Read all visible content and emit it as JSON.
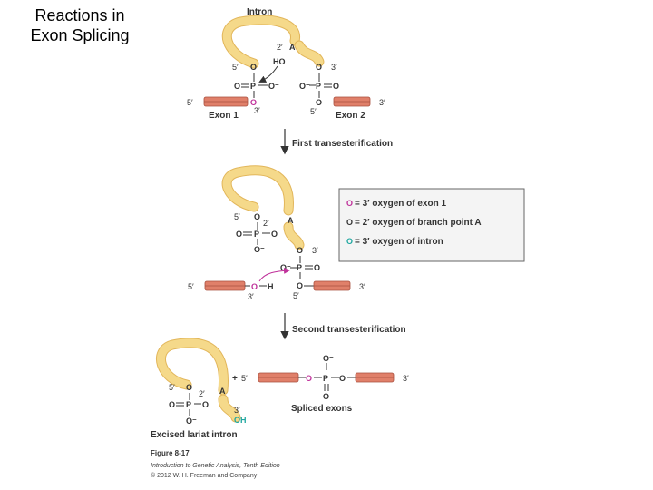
{
  "slide": {
    "title_line1": "Reactions in",
    "title_line2": "Exon Splicing"
  },
  "labels": {
    "intron": "Intron",
    "exon1": "Exon 1",
    "exon2": "Exon 2",
    "five_prime": "5′",
    "three_prime": "3′",
    "two_prime": "2′",
    "branch_a": "A",
    "ho": "HO",
    "oh": "OH",
    "h": "H",
    "plus": "+"
  },
  "steps": {
    "first": "First transesterification",
    "second": "Second transesterification"
  },
  "legend": {
    "items": [
      {
        "symbol": "O",
        "text": "= 3′ oxygen of exon 1",
        "color": "#c0329b"
      },
      {
        "symbol": "O",
        "text": "= 2′ oxygen of branch point A",
        "color": "#333333"
      },
      {
        "symbol": "O",
        "text": "= 3′ oxygen of intron",
        "color": "#1fa7a0"
      }
    ]
  },
  "products": {
    "spliced": "Spliced exons",
    "lariat": "Excised lariat intron"
  },
  "figure": {
    "number": "Figure 8-17",
    "caption1": "Introduction to Genetic Analysis, Tenth Edition",
    "caption2": "© 2012 W. H. Freeman and Company"
  },
  "colors": {
    "exon1_oxygen": "#c0329b",
    "intron_oxygen": "#1fa7a0",
    "intron_strand": "#f5d98a",
    "exon": "#e0806a",
    "arrow_magenta": "#c0329b"
  }
}
